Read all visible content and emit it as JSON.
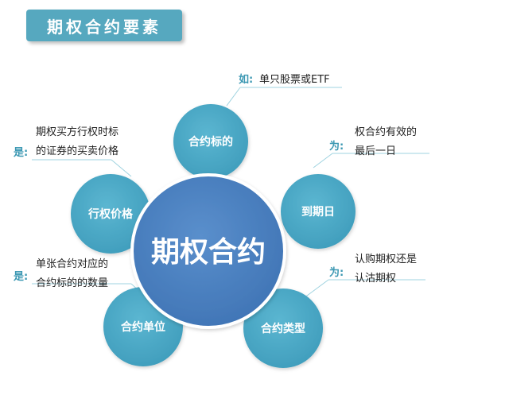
{
  "title": "期权合约要素",
  "colors": {
    "banner": "#56a8bf",
    "node": "#4aa7c4",
    "center": "#4a7fbf",
    "prefix": "#3c98b3",
    "connector": "#9fd3e0"
  },
  "center": {
    "label": "期权合约"
  },
  "nodes": [
    {
      "id": "underlying",
      "label": "合约标的",
      "prefix": "如:",
      "lines": [
        "单只股票或ETF"
      ]
    },
    {
      "id": "expiry",
      "label": "到期日",
      "prefix": "为:",
      "lines": [
        "权合约有效的",
        "最后一日"
      ]
    },
    {
      "id": "type",
      "label": "合约类型",
      "prefix": "为:",
      "lines": [
        "认购期权还是",
        "认沽期权"
      ]
    },
    {
      "id": "unit",
      "label": "合约单位",
      "prefix": "是:",
      "lines": [
        "单张合约对应的",
        "合约标的的数量"
      ]
    },
    {
      "id": "strike",
      "label": "行权价格",
      "prefix": "是:",
      "lines": [
        "期权买方行权时标",
        "的证券的买卖价格"
      ]
    }
  ]
}
